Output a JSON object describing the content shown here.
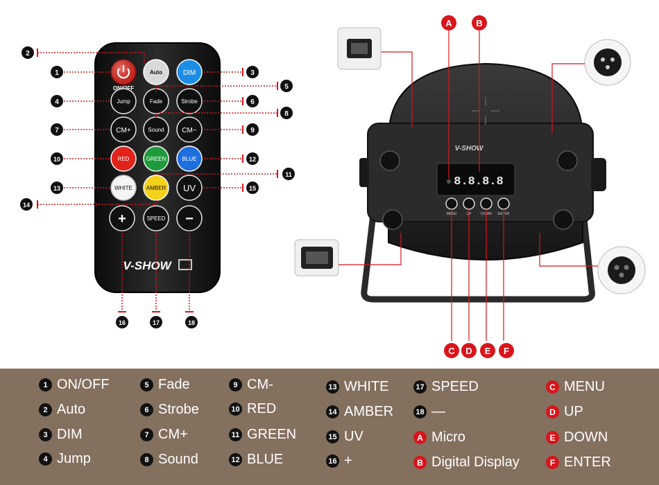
{
  "colors": {
    "marker_black": "#111111",
    "marker_red": "#d8151b",
    "leader_red": "#d8151b",
    "legend_bg": "#84705f",
    "legend_text": "#ffffff",
    "remote_body": "#1a1a1a"
  },
  "remote": {
    "buttons": {
      "on_off": "ON/OFF",
      "auto": "Auto",
      "dim": "DIM",
      "jump": "Jump",
      "fade": "Fade",
      "strobe": "Strobe",
      "cm_plus": "CM+",
      "sound": "Sound",
      "cm_minus": "CM−",
      "red": "RED",
      "green": "GREEN",
      "blue": "BLUE",
      "white": "WHITE",
      "amber": "AMBER",
      "uv": "UV",
      "plus": "+",
      "speed": "SPEED",
      "minus": "−"
    },
    "power_icon": "power-icon",
    "logo": "V-SHOW"
  },
  "callouts": {
    "n1": "1",
    "n2": "2",
    "n3": "3",
    "n4": "4",
    "n5": "5",
    "n6": "6",
    "n7": "7",
    "n8": "8",
    "n9": "9",
    "n10": "10",
    "n11": "11",
    "n12": "12",
    "n13": "13",
    "n14": "14",
    "n15": "15",
    "n16": "16",
    "n17": "17",
    "n18": "18",
    "a": "A",
    "b": "B",
    "c": "C",
    "d": "D",
    "e": "E",
    "f": "F"
  },
  "fixture": {
    "display": "8.8.8.8",
    "panel_buttons": [
      "MENU",
      "UP",
      "DOWN",
      "ENTER"
    ],
    "logo": "V-SHOW"
  },
  "legend": [
    {
      "badge": "1",
      "text": "ON/OFF",
      "style": "black"
    },
    {
      "badge": "2",
      "text": "Auto",
      "style": "black"
    },
    {
      "badge": "3",
      "text": "DIM",
      "style": "black"
    },
    {
      "badge": "4",
      "text": "Jump",
      "style": "black"
    },
    {
      "badge": "5",
      "text": "Fade",
      "style": "black"
    },
    {
      "badge": "6",
      "text": "Strobe",
      "style": "black"
    },
    {
      "badge": "7",
      "text": "CM+",
      "style": "black"
    },
    {
      "badge": "8",
      "text": "Sound",
      "style": "black"
    },
    {
      "badge": "9",
      "text": "CM-",
      "style": "black"
    },
    {
      "badge": "10",
      "text": "RED",
      "style": "black"
    },
    {
      "badge": "11",
      "text": "GREEN",
      "style": "black"
    },
    {
      "badge": "12",
      "text": "BLUE",
      "style": "black"
    },
    {
      "badge": "13",
      "text": "WHITE",
      "style": "black"
    },
    {
      "badge": "14",
      "text": "AMBER",
      "style": "black"
    },
    {
      "badge": "15",
      "text": "UV",
      "style": "black"
    },
    {
      "badge": "16",
      "text": "+",
      "style": "black"
    },
    {
      "badge": "17",
      "text": "SPEED",
      "style": "black"
    },
    {
      "badge": "18",
      "text": "—",
      "style": "black"
    },
    {
      "badge": "A",
      "text": "Micro",
      "style": "red"
    },
    {
      "badge": "B",
      "text": "Digital Display",
      "style": "red"
    },
    {
      "badge": "C",
      "text": "MENU",
      "style": "red"
    },
    {
      "badge": "D",
      "text": "UP",
      "style": "red"
    },
    {
      "badge": "E",
      "text": "DOWN",
      "style": "red"
    },
    {
      "badge": "F",
      "text": "ENTER",
      "style": "red"
    }
  ]
}
